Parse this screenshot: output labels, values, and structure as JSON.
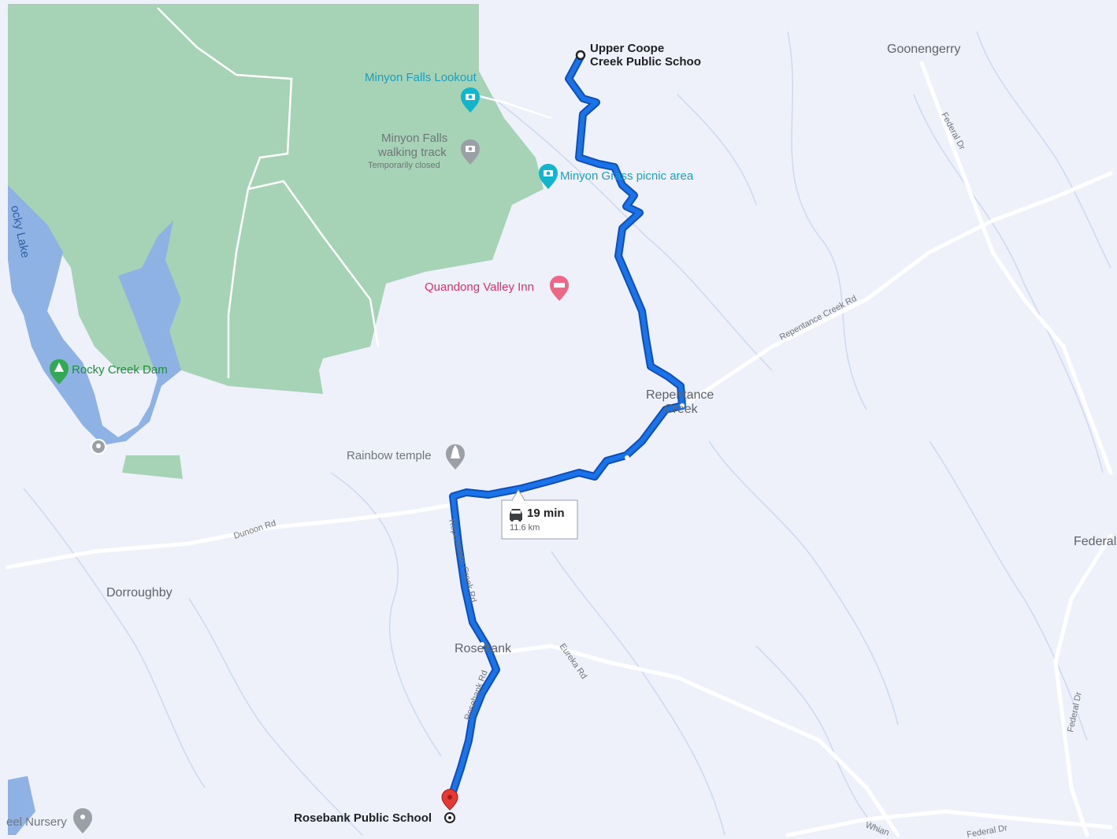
{
  "map": {
    "colors": {
      "land": "#eef1fa",
      "park": "#a6d3b6",
      "water": "#8fb2e4",
      "route": "#1a73e8",
      "route_outline": "#0f4fb4",
      "road": "#ffffff",
      "stream": "#cfdaf1",
      "destination_pin": "#e53935"
    },
    "route": {
      "duration": "19 min",
      "distance": "11.6 km",
      "mode_icon": "car-icon"
    },
    "origin": {
      "name_line1": "Upper Coope",
      "name_line2": "Creek Public Schoo",
      "icon": "origin-circle-icon"
    },
    "destination": {
      "name": "Rosebank Public School",
      "icon": "destination-pin-icon"
    },
    "pois": {
      "lookout": "Minyon Falls Lookout",
      "walking_track_1": "Minyon Falls",
      "walking_track_2": "walking track",
      "walking_track_status": "Temporarily closed",
      "picnic": "Minyon Grass picnic area",
      "inn": "Quandong Valley Inn",
      "rainbow": "Rainbow temple",
      "dam": "Rocky Creek Dam",
      "nursery": "eel Nursery"
    },
    "places": {
      "goonengerry": "Goonengerry",
      "repentance_1": "Repentance",
      "repentance_2": "Creek",
      "dorroughby": "Dorroughby",
      "rosebank": "Rosebank",
      "federal": "Federal"
    },
    "roads": {
      "federal_dr_top": "Federal Dr",
      "repentance_creek_rd": "Repentance Creek Rd",
      "dunoon_rd": "Dunoon Rd",
      "eureka_rd": "Eureka Rd",
      "federal_dr_right": "Federal Dr",
      "federal_dr_bottom": "Federal Dr",
      "whian_rd": "Whian",
      "repentance_rd_vertical": "Repentance Creek Rd",
      "rosebank_rd": "Rosebank Rd"
    },
    "water_labels": {
      "rocky_lake": "ocky Lake"
    }
  }
}
